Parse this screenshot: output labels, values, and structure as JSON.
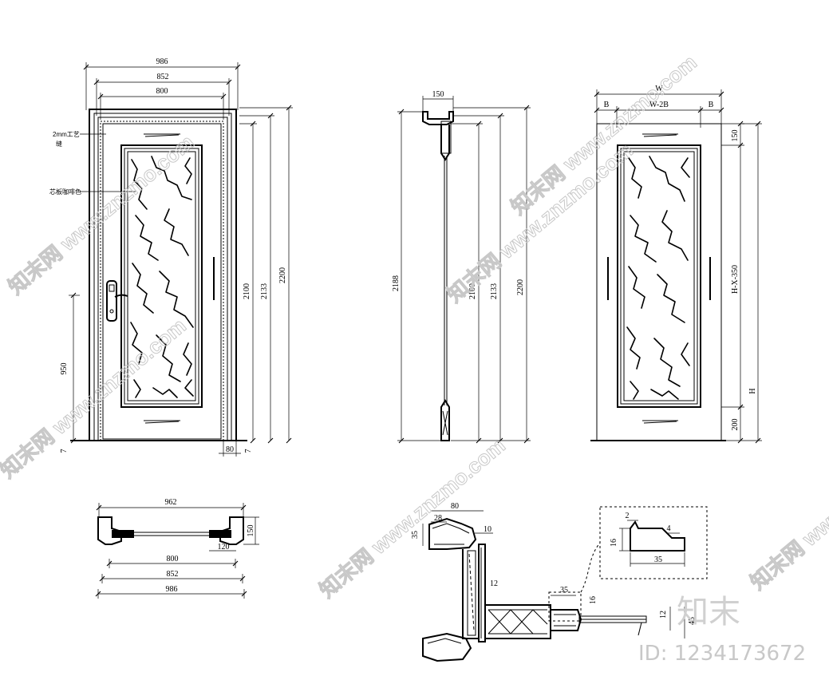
{
  "front_elevation": {
    "dims_top": [
      "986",
      "852",
      "800"
    ],
    "dims_right": [
      "2100",
      "2133",
      "2200"
    ],
    "dim_left": "950",
    "dim_bottom_left": "7",
    "dim_bottom_right_a": "80",
    "dim_bottom_right_b": "7",
    "note_gap_1": "2mm工艺",
    "note_gap_2": "缝",
    "note_core": "芯板咖啡色"
  },
  "side_section": {
    "dim_top": "150",
    "dims_right": [
      "2100",
      "2133",
      "2200"
    ],
    "dim_left": "2188"
  },
  "param_elevation": {
    "dim_top": "W",
    "dim_b_left": "B",
    "dim_mid": "W-2B",
    "dim_b_right": "B",
    "dims_right": [
      "150",
      "H-X-350",
      "200"
    ],
    "dim_h": "H"
  },
  "plan_section": {
    "dim_top": "962",
    "dim_right": "150",
    "dim_jamb": "120",
    "dims_bottom": [
      "800",
      "852",
      "986"
    ]
  },
  "detail_section": {
    "dims": [
      "80",
      "28",
      "35",
      "10",
      "12",
      "35",
      "16",
      "12",
      "45"
    ],
    "inset_dims": [
      "2",
      "4",
      "16",
      "35"
    ]
  },
  "watermarks": {
    "text": "知末网 www.znzmo.com",
    "brand": "知末",
    "id": "ID: 1234173672"
  }
}
